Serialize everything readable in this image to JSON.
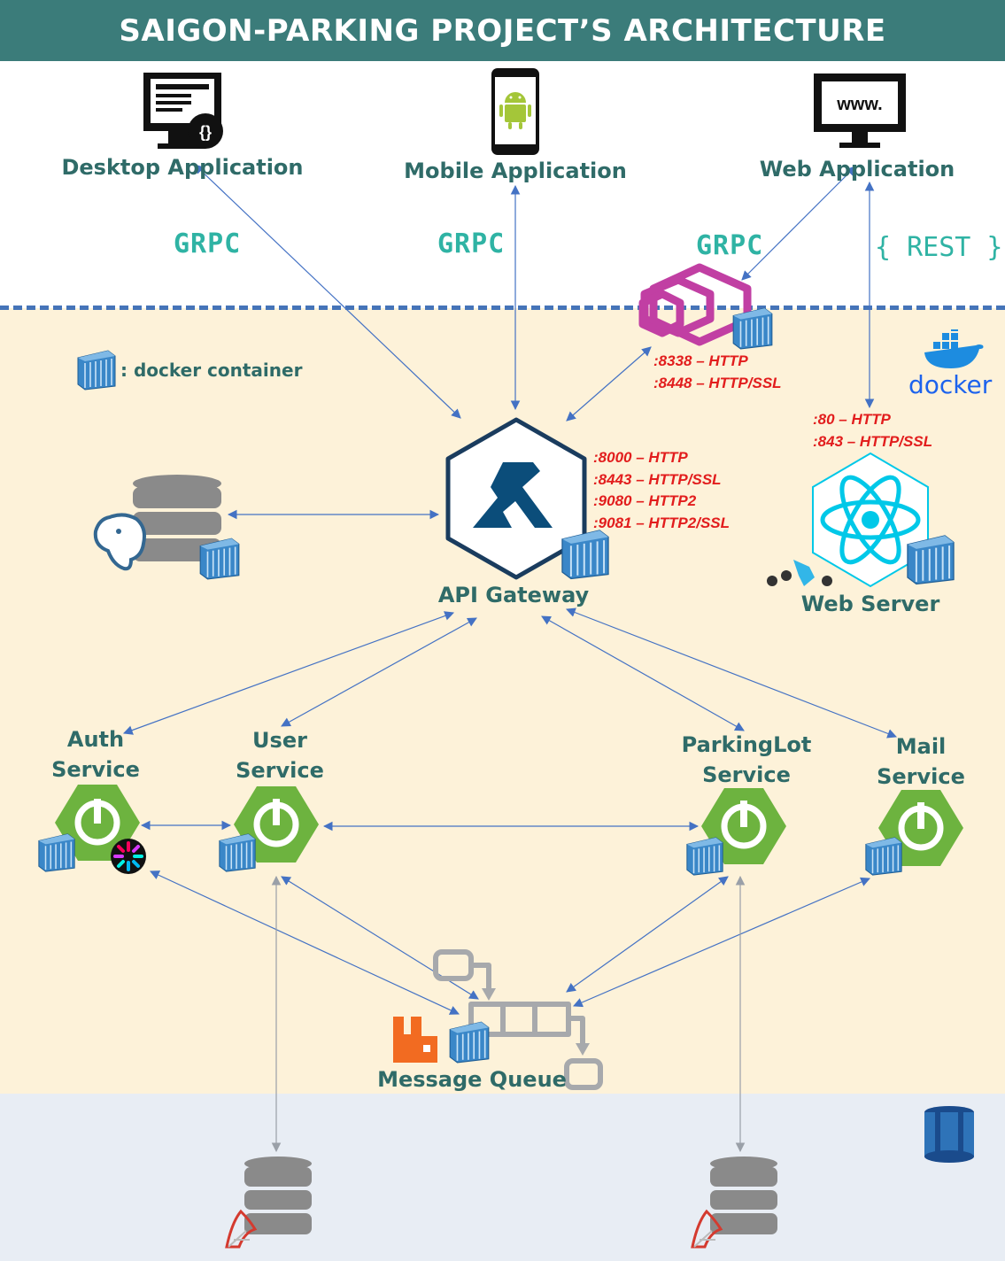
{
  "title": "SAIGON-PARKING PROJECT’S ARCHITECTURE",
  "clients": {
    "desktop": "Desktop Application",
    "mobile": "Mobile Application",
    "web": "Web Application"
  },
  "protocols": {
    "grpc1": "GRPC",
    "grpc2": "GRPC",
    "grpc3": "GRPC",
    "rest": "{ REST }"
  },
  "legend": ": docker container",
  "docker_label": "docker",
  "envoy_ports": [
    ":8338 – HTTP",
    ":8448 – HTTP/SSL"
  ],
  "webserver_ports": [
    ":80 – HTTP",
    ":843 – HTTP/SSL"
  ],
  "gateway_ports": [
    ":8000 – HTTP",
    ":8443 – HTTP/SSL",
    ":9080 – HTTP2",
    ":9081 – HTTP2/SSL"
  ],
  "gateway": "API Gateway",
  "web_server": "Web Server",
  "services": {
    "auth": [
      "Auth",
      "Service"
    ],
    "user": [
      "User",
      "Service"
    ],
    "parking": [
      "ParkingLot",
      "Service"
    ],
    "mail": [
      "Mail",
      "Service"
    ]
  },
  "message_queue": "Message Queue",
  "colors": {
    "header": "#3b7c7a",
    "label": "#2f6b68",
    "port": "#e21d1d",
    "spring": "#6db33f",
    "arrow": "#4472c4",
    "container": "#3a87c8"
  }
}
